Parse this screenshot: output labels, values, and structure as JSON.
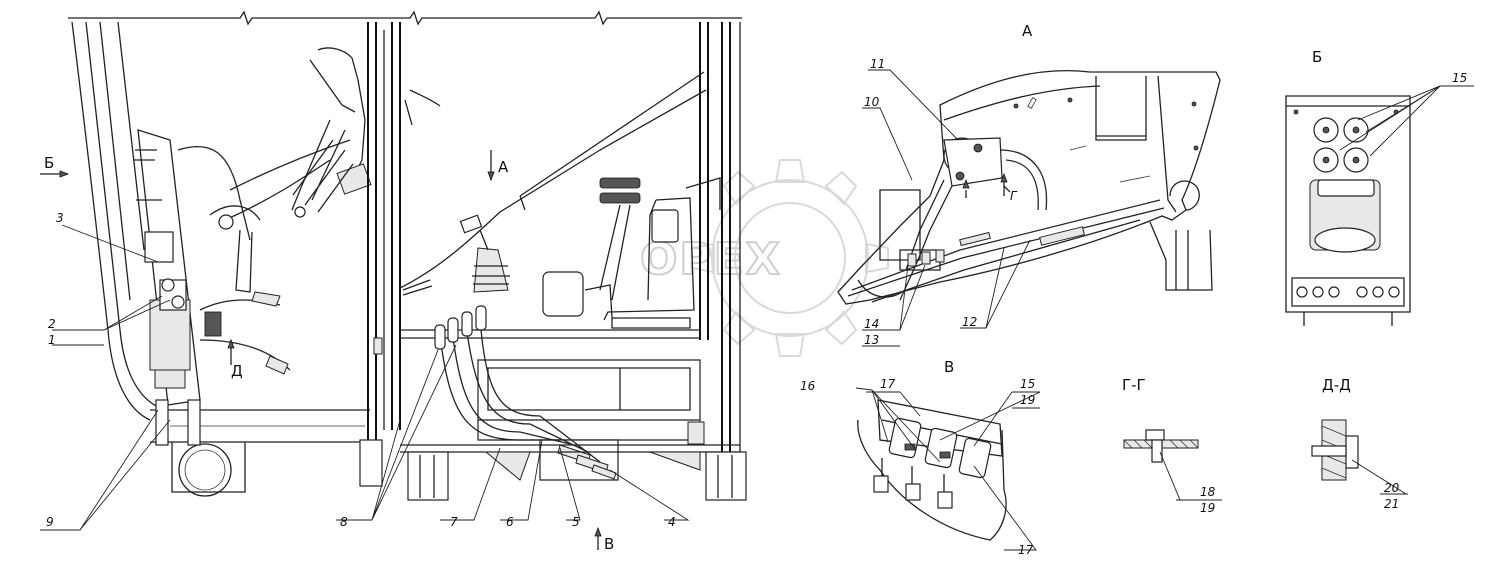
{
  "watermark": {
    "text": "ОРЕХ"
  },
  "views": {
    "A": "А",
    "B_cyr": "Б",
    "V": "В",
    "G_section": "Г-Г",
    "D_section": "Д-Д",
    "arrow_B": "Б",
    "arrow_A": "А",
    "arrow_V": "В",
    "arrow_D": "Д",
    "arrow_G": "Г"
  },
  "callouts": {
    "c1": "1",
    "c2": "2",
    "c3": "3",
    "c4": "4",
    "c5": "5",
    "c6": "6",
    "c7": "7",
    "c8": "8",
    "c9": "9",
    "c10": "10",
    "c11": "11",
    "c12": "12",
    "c13": "13",
    "c14": "14",
    "c15_b": "15",
    "c15_v": "15",
    "c16": "16",
    "c17_top": "17",
    "c17_bot": "17",
    "c19_v": "19",
    "c18": "18",
    "c19_g": "19",
    "c20": "20",
    "c21": "21"
  }
}
